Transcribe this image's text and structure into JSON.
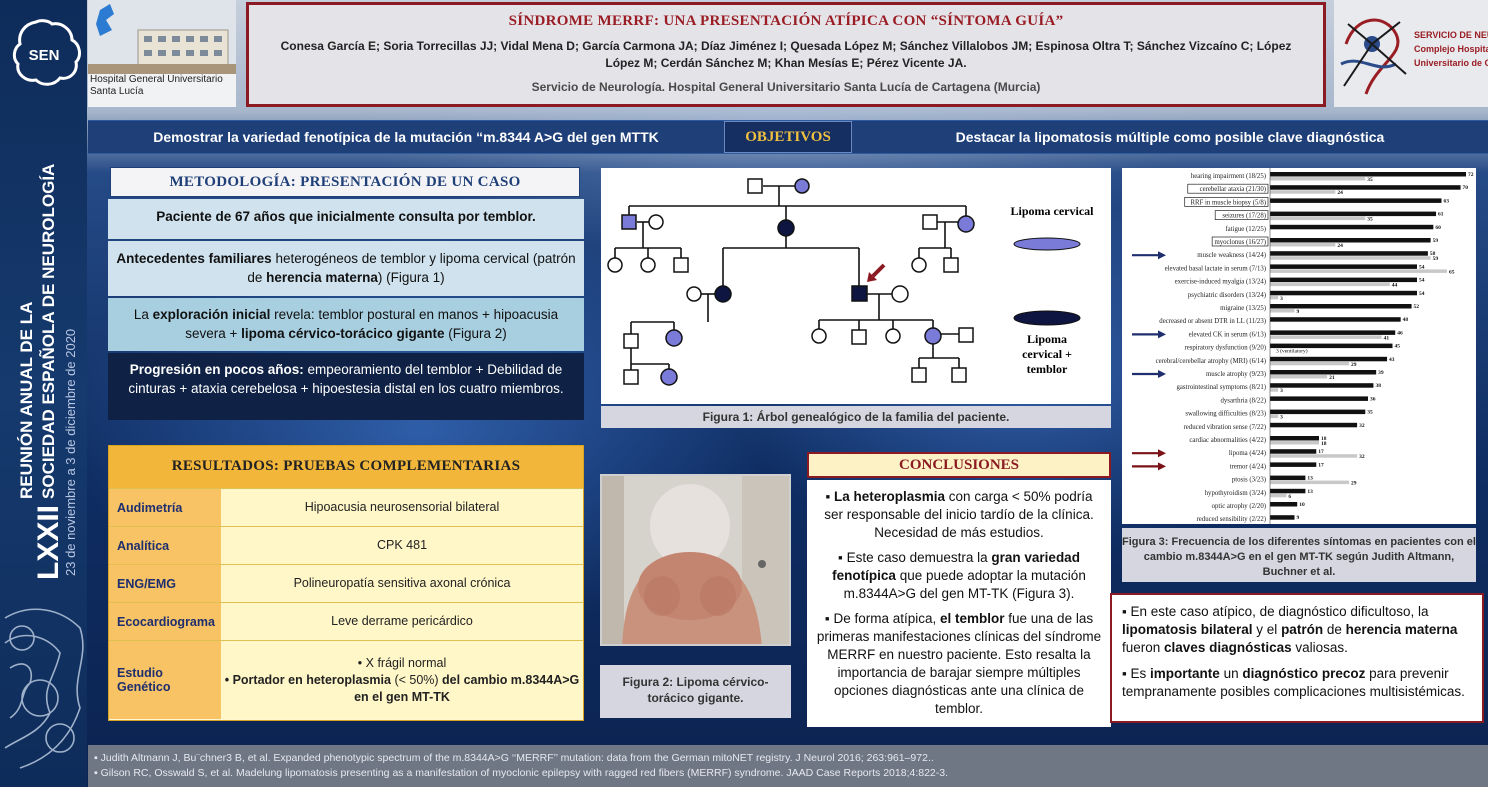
{
  "side": {
    "congress_num": "LXXII",
    "congress_line1": "REUNIÓN ANUAL DE LA",
    "congress_line2": "SOCIEDAD ESPAÑOLA DE NEUROLOGÍA",
    "dates": "23 de noviembre a 3 de diciembre de 2020",
    "logo_text": "SEN"
  },
  "header": {
    "hospital_name_1": "Hospital General Universitario",
    "hospital_name_2": "Santa Lucía",
    "title": "SÍNDROME MERRF: UNA PRESENTACIÓN ATÍPICA CON “SÍNTOMA GUÍA”",
    "authors": "Conesa García E; Soria Torrecillas JJ; Vidal Mena D; García Carmona JA; Díaz Jiménez I; Quesada López M; Sánchez Villalobos JM; Espinosa Oltra T;  Sánchez Vizcaíno C; López López M; Cerdán  Sánchez M; Khan Mesías E; Pérez Vicente JA.",
    "institution": "Servicio de Neurología. Hospital General Universitario Santa Lucía de Cartagena (Murcia)",
    "right_logo_1": "SERVICIO DE NEUROLOGÍA",
    "right_logo_2": "Complejo Hospitalario",
    "right_logo_3": "Universitario de Cartagena"
  },
  "objectives": {
    "left": "Demostrar la variedad fenotípica de la mutación “m.8344 A>G del gen MTTK",
    "center": "OBJETIVOS",
    "right": "Destacar  la lipomatosis múltiple como posible clave diagnóstica"
  },
  "methods": {
    "title": "METODOLOGÍA:  PRESENTACIÓN DE UN CASO",
    "r1": "Paciente de 67 años que inicialmente consulta por temblor.",
    "r2_b1": "Antecedentes familiares",
    "r2_t1": " heterogéneos de temblor y lipoma cervical (patrón de ",
    "r2_b2": "herencia materna",
    "r2_t2": ") (Figura 1)",
    "r3_t1": "La ",
    "r3_b1": "exploración inicial",
    "r3_t2": " revela: temblor postural en manos + hipoacusia severa + ",
    "r3_b2": "lipoma cérvico-torácico gigante",
    "r3_t3": " (Figura 2)",
    "r4_b1": "Progresión en pocos años:",
    "r4_t1": " empeoramiento del temblor + Debilidad de cinturas + ataxia cerebelosa +  hipoestesia distal en los cuatro miembros."
  },
  "results": {
    "title": "RESULTADOS: PRUEBAS COMPLEMENTARIAS",
    "rows": [
      {
        "k": "Audimetría",
        "v": "Hipoacusia neurosensorial bilateral"
      },
      {
        "k": "Analítica",
        "v": "CPK 481"
      },
      {
        "k": "ENG/EMG",
        "v": "Polineuropatía sensitiva axonal crónica"
      },
      {
        "k": "Ecocardiograma",
        "v": "Leve derrame pericárdico"
      }
    ],
    "gen_k": "Estudio Genético",
    "gen_v1": "• X frágil normal",
    "gen_v2_b": "• Portador en heteroplasmia",
    "gen_v2_t": " (< 50%) ",
    "gen_v2_b2": "del cambio m.8344A>G en el gen MT-TK"
  },
  "pedigree": {
    "legend1": "Lipoma cervical",
    "legend2": "Lipoma cervical + temblor",
    "caption": "Figura 1: Árbol genealógico de la familia del paciente."
  },
  "fig2": {
    "caption": "Figura 2: Lipoma cérvico-torácico gigante."
  },
  "conclusions": {
    "title": "CONCLUSIONES",
    "p1_b": "▪ La heteroplasmia",
    "p1_t": " con carga < 50% podría ser responsable del inicio tardío de la clínica. Necesidad de más estudios.",
    "p2_t1": "▪ Este caso demuestra la ",
    "p2_b": "gran variedad fenotípica",
    "p2_t2": " que puede adoptar la mutación m.8344A>G del gen MT-TK (Figura 3).",
    "p3_t1": "▪ De forma atípica, ",
    "p3_b": "el temblor",
    "p3_t2": " fue una de las primeras manifestaciones clínicas del síndrome MERRF en nuestro paciente. Esto resalta la importancia de barajar siempre múltiples opciones diagnósticas ante una clínica de temblor.",
    "q1_t1": "▪ En este caso atípico, de diagnóstico dificultoso, la ",
    "q1_b1": "lipomatosis bilateral",
    "q1_t2": " y el ",
    "q1_b2": "patrón",
    "q1_t3": " de ",
    "q1_b3": "herencia materna",
    "q1_t4": " fueron ",
    "q1_b4": "claves diagnósticas",
    "q1_t5": " valiosas.",
    "q2_t1": "▪ Es ",
    "q2_b1": "importante",
    "q2_t2": " un ",
    "q2_b2": "diagnóstico precoz",
    "q2_t3": " para prevenir tempranamente posibles complicaciones multisistémicas."
  },
  "chart_data": {
    "type": "bar",
    "categories": [
      "hearing impairment (18/25)",
      "cerebellar ataxia (21/30)",
      "RRF in muscle biopsy (5/8)",
      "seizures (17/28)",
      "fatigue (12/25)",
      "myoclonus (16/27)",
      "muscle weakness (14/24)",
      "elevated basal lactate in serum (7/13)",
      "exercise-induced myalgia (13/24)",
      "psychiatric disorders (13/24)",
      "migraine (13/25)",
      "decreased or absent DTR in LL (11/23)",
      "elevated CK in serum (6/13)",
      "respiratory dysfunction (9/20)",
      "cerebral/cerebellar atrophy (MRI) (6/14)",
      "muscle atrophy (9/23)",
      "gastrointestinal symptoms (8/21)",
      "dysarthria (8/22)",
      "swallowing difficulties (8/23)",
      "reduced vibration sense (7/22)",
      "cardiac abnormalities (4/22)",
      "lipoma (4/24)",
      "tremor (4/24)",
      "ptosis (3/23)",
      "hypothyroidism (3/24)",
      "optic atrophy (2/20)",
      "reduced sensibility (2/22)"
    ],
    "series": [
      {
        "values": [
          72,
          70,
          63,
          61,
          60,
          59,
          58,
          54,
          54,
          54,
          52,
          48,
          46,
          45,
          43,
          39,
          38,
          36,
          35,
          32,
          18,
          17,
          17,
          13,
          13,
          10,
          9
        ]
      },
      {
        "values": [
          35,
          24,
          null,
          35,
          null,
          24,
          59,
          65,
          44,
          3,
          9,
          null,
          41,
          null,
          29,
          21,
          3,
          null,
          3,
          null,
          18,
          32,
          null,
          29,
          6,
          null,
          null
        ]
      }
    ],
    "annot": {
      "respiratory dysfunction (9/20)": "3 (ventilatory)"
    },
    "caption": "Figura 3: Frecuencia de los diferentes síntomas en pacientes con el cambio m.8344A>G en el gen MT-TK según Judith Altmann, Buchner et al."
  },
  "refs": {
    "r1": "▪ Judith Altmann J,  Bu¨chner3 B, et al. Expanded phenotypic spectrum of the m.8344A>G ‘‘MERRF’’ mutation: data from the German mitoNET registry. J Neurol 2016; 263:961–972..",
    "r2": "▪ Gilson RC, Osswald S, et al. Madelung lipomatosis presenting as a manifestation of myoclonic epilepsy with ragged red fibers (MERRF) syndrome. JAAD Case Reports 2018;4:822-3."
  }
}
